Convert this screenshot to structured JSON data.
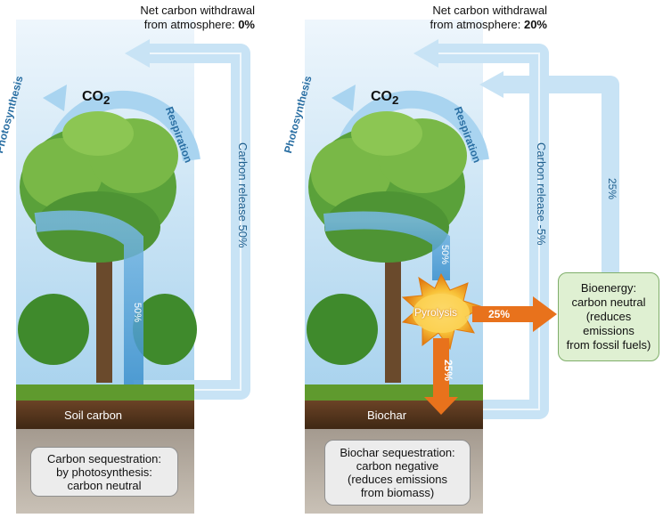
{
  "left_panel": {
    "net_withdrawal_line1": "Net carbon withdrawal",
    "net_withdrawal_line2": "from atmosphere: ",
    "net_withdrawal_value": "0%",
    "co2_label": "CO",
    "co2_sub": "2",
    "photosynthesis_label": "Photosynthesis",
    "respiration_label": "Respiration",
    "carbon_release_label": "Carbon release  50%",
    "flow_percent": "50%",
    "ground_label": "Soil carbon",
    "caption_lines": [
      "Carbon sequestration:",
      "by photosynthesis:",
      "carbon neutral"
    ]
  },
  "right_panel": {
    "net_withdrawal_line1": "Net carbon withdrawal",
    "net_withdrawal_line2": "from atmosphere: ",
    "net_withdrawal_value": "20%",
    "co2_label": "CO",
    "co2_sub": "2",
    "photosynthesis_label": "Photosynthesis",
    "respiration_label": "Respiration",
    "carbon_release_label": "Carbon release  -5%",
    "flow_percent": "50%",
    "pyrolysis_label": "Pyrolysis",
    "to_bioenergy_percent": "25%",
    "to_biochar_percent": "25%",
    "bioenergy_return_percent": "25%",
    "ground_label": "Biochar",
    "caption_lines": [
      "Biochar sequestration:",
      "carbon negative",
      "(reduces emissions",
      "from biomass)"
    ],
    "bioenergy_lines": [
      "Bioenergy:",
      "carbon neutral",
      "(reduces",
      "emissions",
      "from fossil fuels)"
    ]
  },
  "colors": {
    "sky_top": "#e8f3fb",
    "sky_bottom": "#b9dcf0",
    "arrow_blue": "#8cc3e6",
    "arrow_dark": "#4a9fd6",
    "orange_arrow": "#e8721c",
    "explosion": "#f5b120",
    "soil": "#5a3b22",
    "grass": "#5f9a2e",
    "bioenergy_fill": "#dff0d2"
  }
}
